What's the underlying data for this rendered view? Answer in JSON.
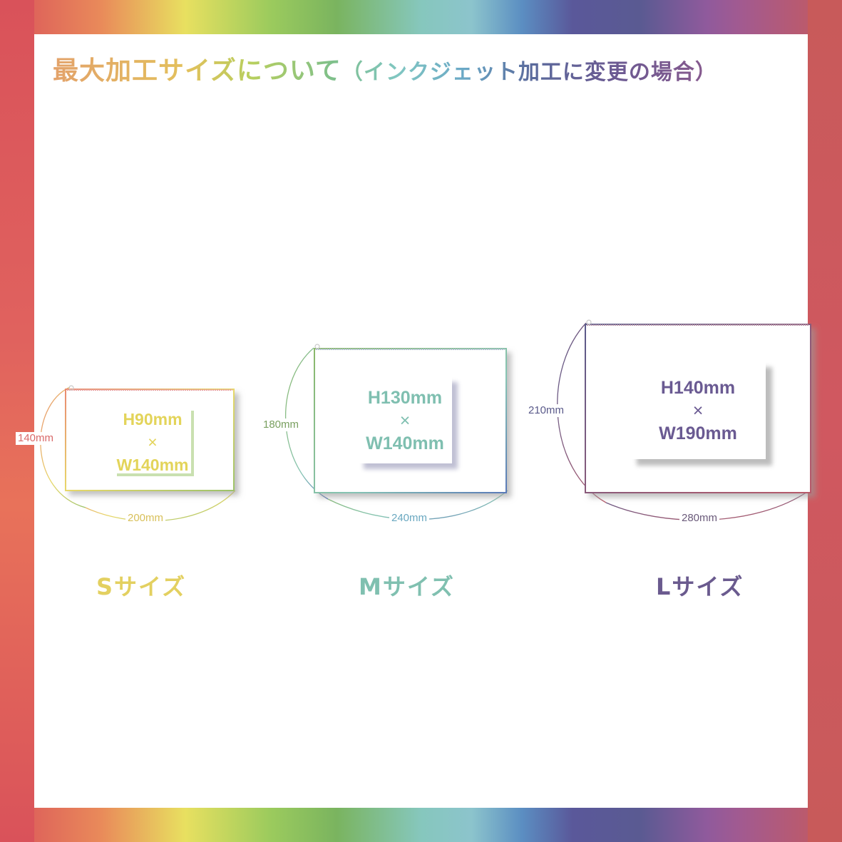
{
  "title": {
    "main": "最大加工サイズについて",
    "sub": "（インクジェット加工に変更の場合）"
  },
  "colors": {
    "small": "#e3d15a",
    "medium": "#7fbfb0",
    "large": "#6a5a92",
    "frame_red": "#d9525a"
  },
  "sizes": {
    "s": {
      "label": "Sサイズ",
      "bag_height": "140mm",
      "bag_width": "200mm",
      "print_h": "H90mm",
      "times": "×",
      "print_w": "W140mm"
    },
    "m": {
      "label": "Mサイズ",
      "bag_height": "180mm",
      "bag_width": "240mm",
      "print_h": "H130mm",
      "times": "×",
      "print_w": "W140mm"
    },
    "l": {
      "label": "Lサイズ",
      "bag_height": "210mm",
      "bag_width": "280mm",
      "print_h": "H140mm",
      "times": "×",
      "print_w": "W190mm"
    }
  }
}
